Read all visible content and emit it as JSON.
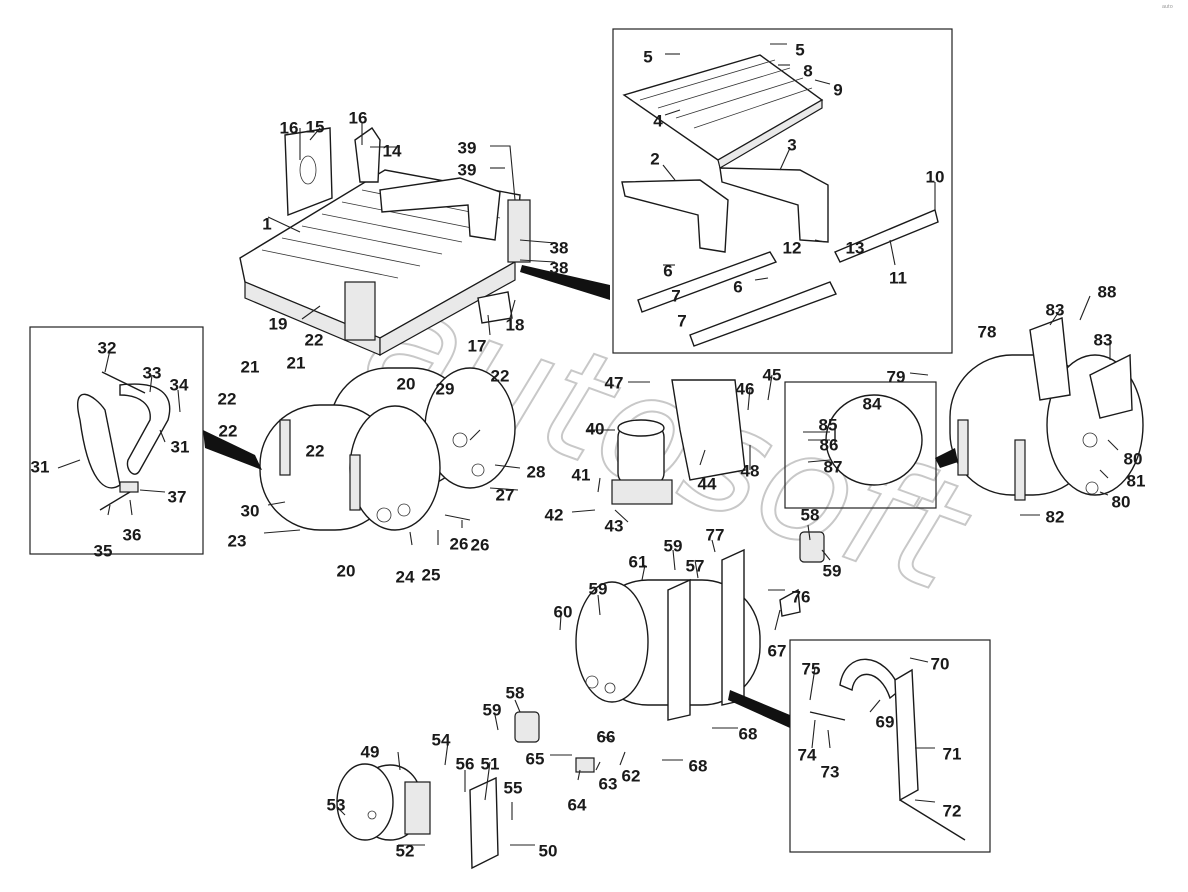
{
  "watermark": "autosoft",
  "corner_mark": "ᵃᵘᵗᵒ",
  "callouts": [
    "1",
    "2",
    "3",
    "4",
    "5",
    "5",
    "6",
    "6",
    "7",
    "7",
    "8",
    "9",
    "10",
    "11",
    "12",
    "13",
    "14",
    "15",
    "16",
    "16",
    "17",
    "18",
    "19",
    "20",
    "20",
    "21",
    "21",
    "22",
    "22",
    "22",
    "22",
    "22",
    "23",
    "24",
    "25",
    "26",
    "26",
    "27",
    "28",
    "29",
    "30",
    "31",
    "31",
    "32",
    "33",
    "34",
    "35",
    "36",
    "37",
    "38",
    "38",
    "39",
    "39",
    "40",
    "41",
    "42",
    "43",
    "44",
    "45",
    "46",
    "47",
    "48",
    "49",
    "50",
    "51",
    "52",
    "53",
    "54",
    "55",
    "56",
    "57",
    "58",
    "58",
    "59",
    "59",
    "59",
    "59",
    "60",
    "61",
    "62",
    "63",
    "64",
    "65",
    "66",
    "67",
    "68",
    "68",
    "69",
    "70",
    "71",
    "72",
    "73",
    "74",
    "75",
    "76",
    "77",
    "78",
    "79",
    "80",
    "80",
    "81",
    "82",
    "83",
    "83",
    "84",
    "85",
    "86",
    "87",
    "88"
  ]
}
